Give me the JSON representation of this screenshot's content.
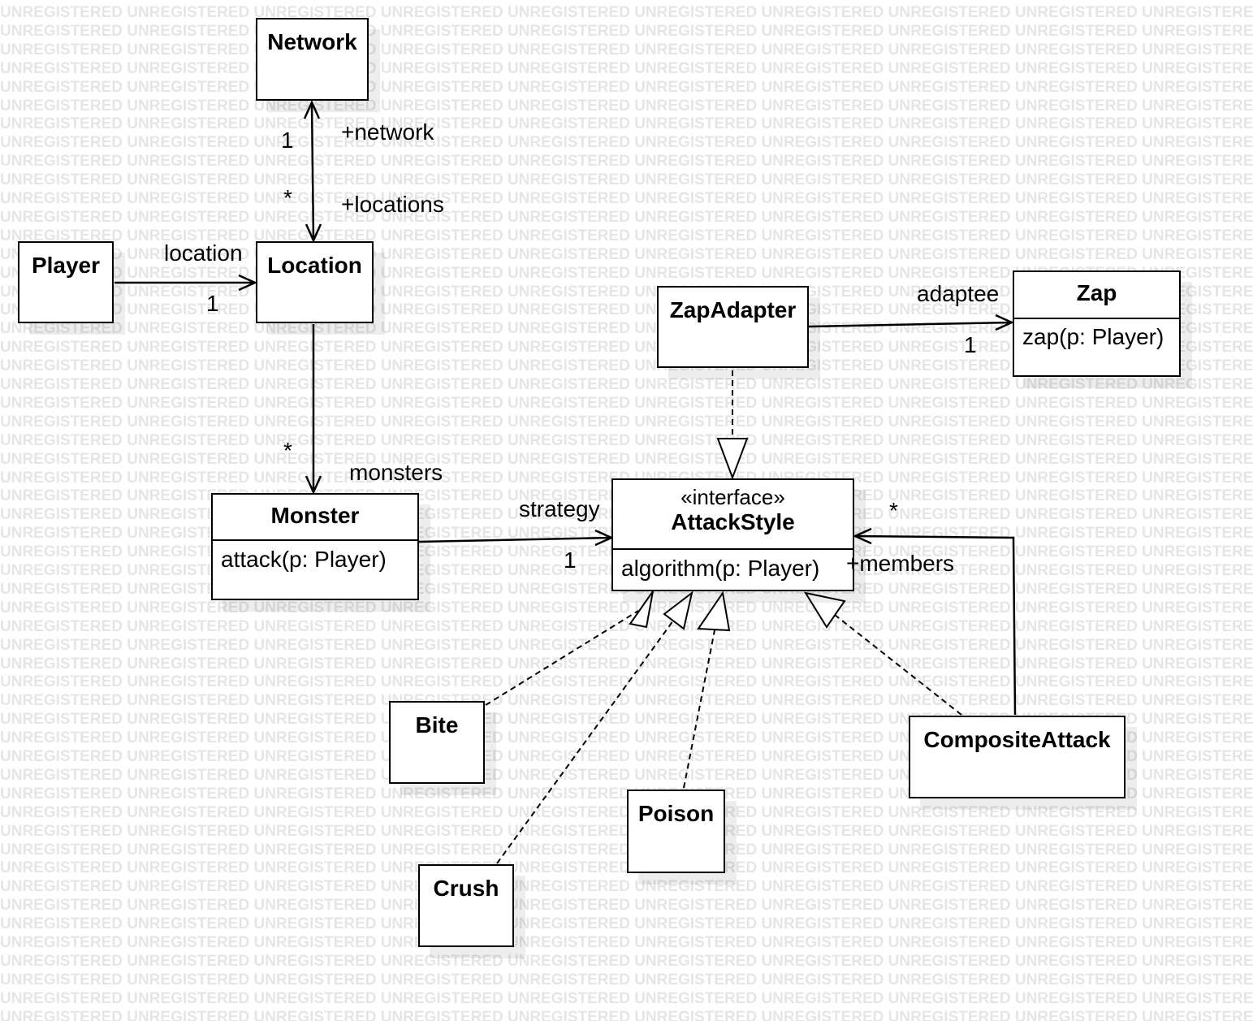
{
  "watermark_text": "UNREGISTERED",
  "classes": {
    "network": {
      "name": "Network"
    },
    "player": {
      "name": "Player"
    },
    "location": {
      "name": "Location"
    },
    "zap_adapter": {
      "name": "ZapAdapter"
    },
    "zap": {
      "name": "Zap",
      "operation": "zap(p: Player)"
    },
    "monster": {
      "name": "Monster",
      "operation": "attack(p: Player)"
    },
    "attack_style": {
      "stereotype": "«interface»",
      "name": "AttackStyle",
      "operation": "algorithm(p: Player)"
    },
    "bite": {
      "name": "Bite"
    },
    "crush": {
      "name": "Crush"
    },
    "poison": {
      "name": "Poison"
    },
    "composite_attack": {
      "name": "CompositeAttack"
    }
  },
  "associations": {
    "network_location": {
      "network_mult": "1",
      "network_role": "+network",
      "locations_mult": "*",
      "locations_role": "+locations"
    },
    "player_location": {
      "role": "location",
      "mult": "1"
    },
    "location_monster": {
      "mult": "*",
      "role": "monsters"
    },
    "zapadapter_zap": {
      "role": "adaptee",
      "mult": "1"
    },
    "monster_attackstyle": {
      "role": "strategy",
      "mult": "1"
    },
    "composite_attackstyle": {
      "mult": "*",
      "role": "+members"
    }
  }
}
